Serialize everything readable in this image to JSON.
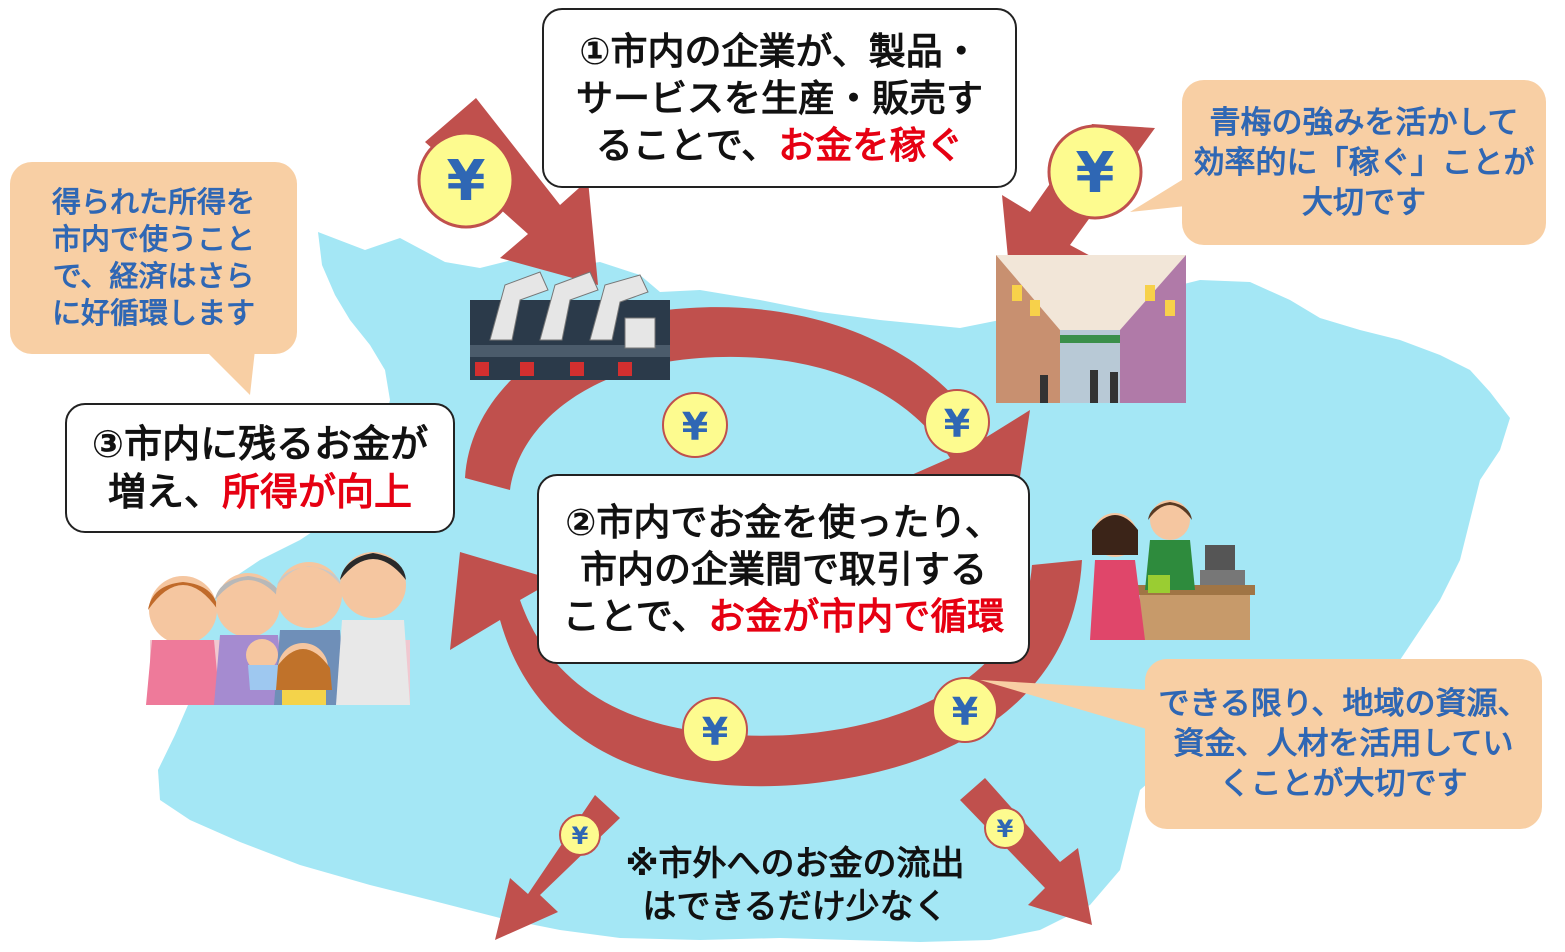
{
  "step1": {
    "line1": "①市内の企業が、製品・",
    "line2": "サービスを生産・販売す",
    "line3_plain": "ることで、",
    "line3_red": "お金を稼ぐ"
  },
  "step2": {
    "line1": "②市内でお金を使ったり、",
    "line2": "市内の企業間で取引する",
    "line3_plain": "ことで、",
    "line3_red": "お金が市内で循環"
  },
  "step3": {
    "line1": "③市内に残るお金が",
    "line2_plain": "増え、",
    "line2_red": "所得が向上"
  },
  "callouts": {
    "strength": [
      "青梅の強みを活かして",
      "効率的に「稼ぐ」ことが",
      "大切です"
    ],
    "spend_locally": [
      "得られた所得を",
      "市内で使うこと",
      "で、経済はさら",
      "に好循環します"
    ],
    "local_resources": [
      "できる限り、地域の資源、",
      "資金、人材を活用してい",
      "くことが大切です"
    ]
  },
  "outflow_note": [
    "※市外へのお金の流出",
    "はできるだけ少なく"
  ],
  "yen_symbol": "¥",
  "colors": {
    "arrow": "#c0504d",
    "map": "#a4e7f5",
    "coin": "#fdfb8f",
    "callout_bg": "#f8cfa4",
    "callout_text": "#2f67b4",
    "highlight": "#e60012"
  }
}
